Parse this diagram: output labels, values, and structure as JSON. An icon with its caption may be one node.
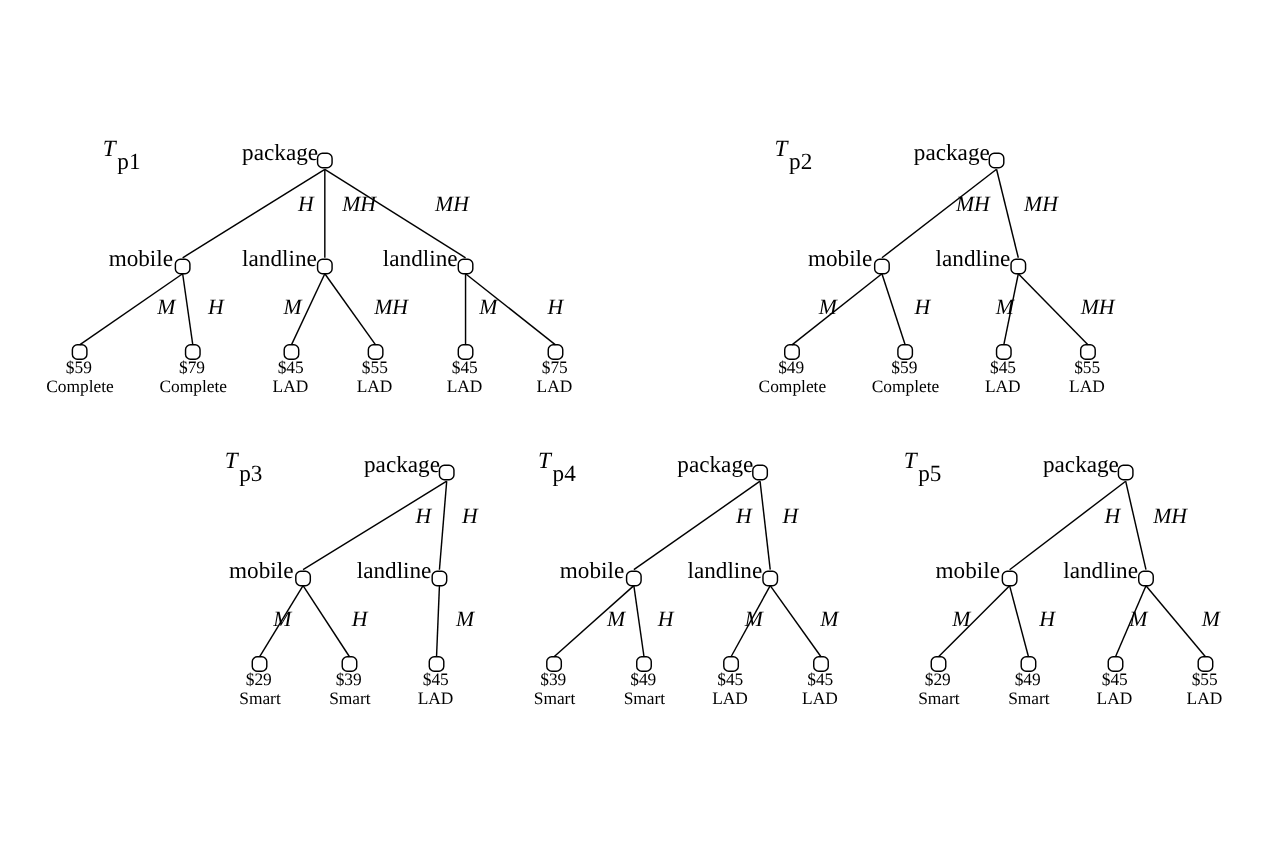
{
  "diagram": {
    "nodes": [
      {
        "text": [
          "package"
        ]
      },
      {
        "text": [
          "mobile"
        ]
      },
      {
        "text": [
          "landline"
        ]
      },
      {
        "text": [
          "landline"
        ]
      },
      {
        "text": [
          "$59",
          "Complete"
        ]
      },
      {
        "text": [
          "$79",
          "Complete"
        ]
      },
      {
        "text": [
          "$45",
          "LAD"
        ]
      },
      {
        "text": [
          "$55",
          "LAD"
        ]
      },
      {
        "text": [
          "$45",
          "LAD"
        ]
      },
      {
        "text": [
          "$75",
          "LAD"
        ]
      },
      {
        "text": [
          "package"
        ]
      },
      {
        "text": [
          "mobile"
        ]
      },
      {
        "text": [
          "landline"
        ]
      },
      {
        "text": [
          "$49",
          "Complete"
        ]
      },
      {
        "text": [
          "$59",
          "Complete"
        ]
      },
      {
        "text": [
          "$45",
          "LAD"
        ]
      },
      {
        "text": [
          "$55",
          "LAD"
        ]
      },
      {
        "text": [
          "package"
        ]
      },
      {
        "text": [
          "mobile"
        ]
      },
      {
        "text": [
          "landline"
        ]
      },
      {
        "text": [
          "$29",
          "Smart"
        ]
      },
      {
        "text": [
          "$39",
          "Smart"
        ]
      },
      {
        "text": [
          "$45",
          "LAD"
        ]
      },
      {
        "text": [
          "package"
        ]
      },
      {
        "text": [
          "mobile"
        ]
      },
      {
        "text": [
          "landline"
        ]
      },
      {
        "text": [
          "$39",
          "Smart"
        ]
      },
      {
        "text": [
          "$49",
          "Smart"
        ]
      },
      {
        "text": [
          "$45",
          "LAD"
        ]
      },
      {
        "text": [
          "$45",
          "LAD"
        ]
      },
      {
        "text": [
          "package"
        ]
      },
      {
        "text": [
          "mobile"
        ]
      },
      {
        "text": [
          "landline"
        ]
      },
      {
        "text": [
          "$29",
          "Smart"
        ]
      },
      {
        "text": [
          "$49",
          "Smart"
        ]
      },
      {
        "text": [
          "$45",
          "LAD"
        ]
      },
      {
        "text": [
          "$55",
          "LAD"
        ]
      }
    ],
    "edges": [
      {
        "from": 0,
        "to": 1,
        "arrow": "none",
        "label": "H"
      },
      {
        "from": 0,
        "to": 2,
        "arrow": "none",
        "label": "MH"
      },
      {
        "from": 0,
        "to": 3,
        "arrow": "none",
        "label": "MH"
      },
      {
        "from": 1,
        "to": 4,
        "arrow": "none",
        "label": "M"
      },
      {
        "from": 1,
        "to": 5,
        "arrow": "none",
        "label": "H"
      },
      {
        "from": 2,
        "to": 6,
        "arrow": "none",
        "label": "M"
      },
      {
        "from": 2,
        "to": 7,
        "arrow": "none",
        "label": "MH"
      },
      {
        "from": 3,
        "to": 8,
        "arrow": "none",
        "label": "M"
      },
      {
        "from": 3,
        "to": 9,
        "arrow": "none",
        "label": "H"
      },
      {
        "from": 10,
        "to": 11,
        "arrow": "none",
        "label": "MH"
      },
      {
        "from": 10,
        "to": 12,
        "arrow": "none",
        "label": "MH"
      },
      {
        "from": 11,
        "to": 13,
        "arrow": "none",
        "label": "M"
      },
      {
        "from": 11,
        "to": 14,
        "arrow": "none",
        "label": "H"
      },
      {
        "from": 12,
        "to": 15,
        "arrow": "none",
        "label": "M"
      },
      {
        "from": 12,
        "to": 16,
        "arrow": "none",
        "label": "MH"
      },
      {
        "from": 17,
        "to": 18,
        "arrow": "none",
        "label": "H"
      },
      {
        "from": 17,
        "to": 19,
        "arrow": "none",
        "label": "H"
      },
      {
        "from": 18,
        "to": 20,
        "arrow": "none",
        "label": "M"
      },
      {
        "from": 18,
        "to": 21,
        "arrow": "none",
        "label": "H"
      },
      {
        "from": 19,
        "to": 22,
        "arrow": "none",
        "label": "M"
      },
      {
        "from": 23,
        "to": 24,
        "arrow": "none",
        "label": "H"
      },
      {
        "from": 23,
        "to": 25,
        "arrow": "none",
        "label": "H"
      },
      {
        "from": 24,
        "to": 26,
        "arrow": "none",
        "label": "M"
      },
      {
        "from": 24,
        "to": 27,
        "arrow": "none",
        "label": "H"
      },
      {
        "from": 25,
        "to": 28,
        "arrow": "none",
        "label": "M"
      },
      {
        "from": 25,
        "to": 29,
        "arrow": "none",
        "label": "M"
      },
      {
        "from": 30,
        "to": 31,
        "arrow": "none",
        "label": "H"
      },
      {
        "from": 30,
        "to": 32,
        "arrow": "none",
        "label": "MH"
      },
      {
        "from": 31,
        "to": 33,
        "arrow": "none",
        "label": "M"
      },
      {
        "from": 31,
        "to": 34,
        "arrow": "none",
        "label": "H"
      },
      {
        "from": 32,
        "to": 35,
        "arrow": "none",
        "label": "M"
      },
      {
        "from": 32,
        "to": 36,
        "arrow": "none",
        "label": "M"
      }
    ],
    "labels": [
      "*T*$_{p1}$",
      "*T*$_{p2}$",
      "*T*$_{p3}$",
      "*T*$_{p4}$",
      "*T*$_{p5}$"
    ]
  }
}
